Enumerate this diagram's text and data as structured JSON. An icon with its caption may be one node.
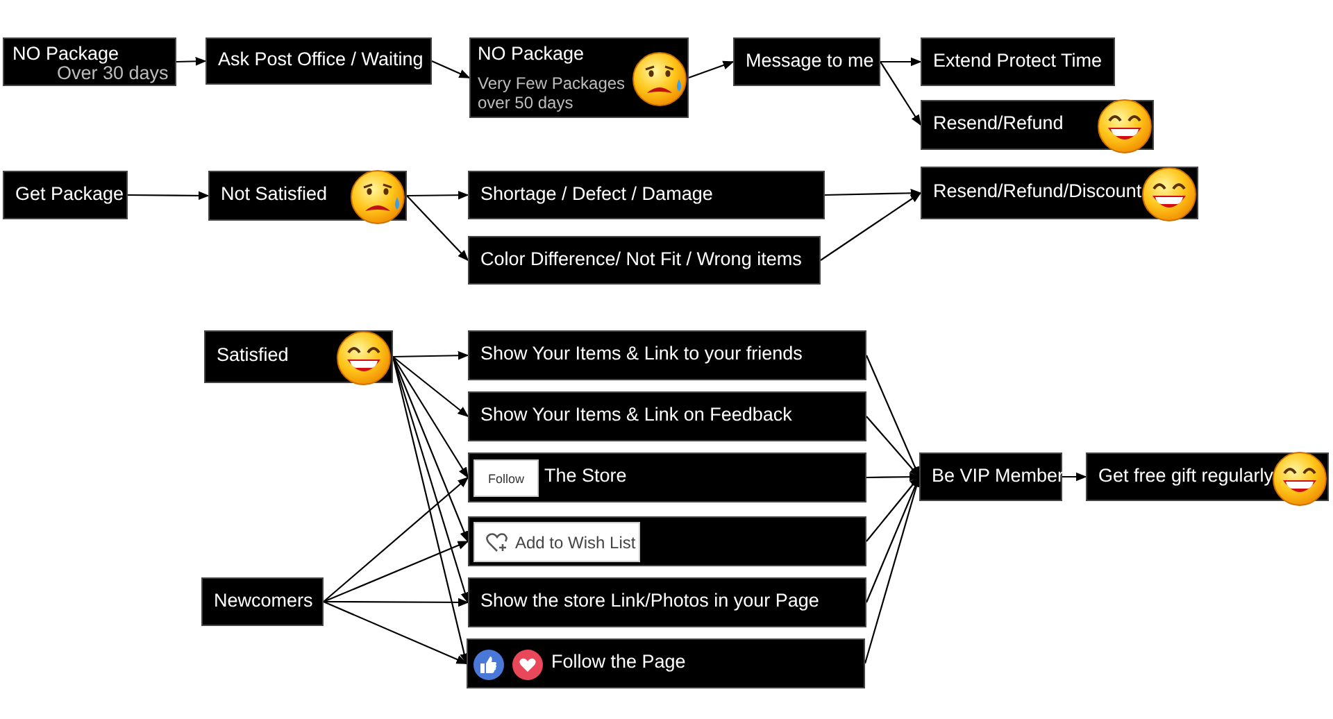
{
  "diagram": {
    "nodes": [
      {
        "text": [
          "NO Package",
          "Over 30 days"
        ]
      },
      {
        "text": [
          "Ask Post Office / Waiting"
        ]
      },
      {
        "text": [
          "NO Package",
          "Very Few Packages over 50 days"
        ]
      },
      {
        "text": [
          "Message to me"
        ]
      },
      {
        "text": [
          "Extend Protect Time"
        ]
      },
      {
        "text": [
          "Resend/Refund"
        ]
      },
      {
        "text": [
          "Get Package"
        ]
      },
      {
        "text": [
          "Not Satisfied"
        ]
      },
      {
        "text": [
          "Shortage / Defect / Damage"
        ]
      },
      {
        "text": [
          "Color Difference/ Not Fit / Wrong items"
        ]
      },
      {
        "text": [
          "Resend/Refund/Discount"
        ]
      },
      {
        "text": [
          "Satisfied"
        ]
      },
      {
        "text": [
          "Show Your Items & Link to your friends"
        ]
      },
      {
        "text": [
          "Show Your Items & Link on Feedback"
        ]
      },
      {
        "text": [
          "The Store"
        ]
      },
      {
        "text": [
          "Follow"
        ],
        "in": 14
      },
      {
        "text": [],
        "shape": "box"
      },
      {
        "text": [
          "Add to Wish List"
        ],
        "in": 16
      },
      {
        "text": [
          "Show the store Link/Photos in your Page"
        ]
      },
      {
        "text": [
          "Follow the Page"
        ]
      },
      {
        "text": [
          "Newcomers"
        ]
      },
      {
        "text": [
          "Be VIP Member"
        ]
      },
      {
        "text": [
          "Get free gift regularly"
        ]
      }
    ],
    "edges": [
      {
        "from": 0,
        "to": 1,
        "arrow": "to"
      },
      {
        "from": 1,
        "to": 2,
        "arrow": "to"
      },
      {
        "from": 2,
        "to": 3,
        "arrow": "to"
      },
      {
        "from": 3,
        "to": 4,
        "arrow": "to"
      },
      {
        "from": 3,
        "to": 5,
        "arrow": "to"
      },
      {
        "from": 6,
        "to": 7,
        "arrow": "to"
      },
      {
        "from": 7,
        "to": 8,
        "arrow": "to"
      },
      {
        "from": 7,
        "to": 9,
        "arrow": "to"
      },
      {
        "from": 8,
        "to": 10,
        "arrow": "to"
      },
      {
        "from": 9,
        "to": 10,
        "arrow": "to"
      },
      {
        "from": 11,
        "to": 12,
        "arrow": "to"
      },
      {
        "from": 11,
        "to": 13,
        "arrow": "to"
      },
      {
        "from": 11,
        "to": 14,
        "arrow": "to"
      },
      {
        "from": 11,
        "to": 16,
        "arrow": "to"
      },
      {
        "from": 11,
        "to": 18,
        "arrow": "to"
      },
      {
        "from": 11,
        "to": 19,
        "arrow": "to"
      },
      {
        "from": 20,
        "to": 14,
        "arrow": "to"
      },
      {
        "from": 20,
        "to": 16,
        "arrow": "to"
      },
      {
        "from": 20,
        "to": 18,
        "arrow": "to"
      },
      {
        "from": 20,
        "to": 19,
        "arrow": "to"
      },
      {
        "from": 12,
        "to": 21,
        "arrow": "to"
      },
      {
        "from": 13,
        "to": 21,
        "arrow": "to"
      },
      {
        "from": 14,
        "to": 21,
        "arrow": "to"
      },
      {
        "from": 16,
        "to": 21,
        "arrow": "to"
      },
      {
        "from": 18,
        "to": 21,
        "arrow": "to"
      },
      {
        "from": 19,
        "to": 21,
        "arrow": "to"
      },
      {
        "from": 21,
        "to": 22,
        "arrow": "to"
      }
    ]
  }
}
